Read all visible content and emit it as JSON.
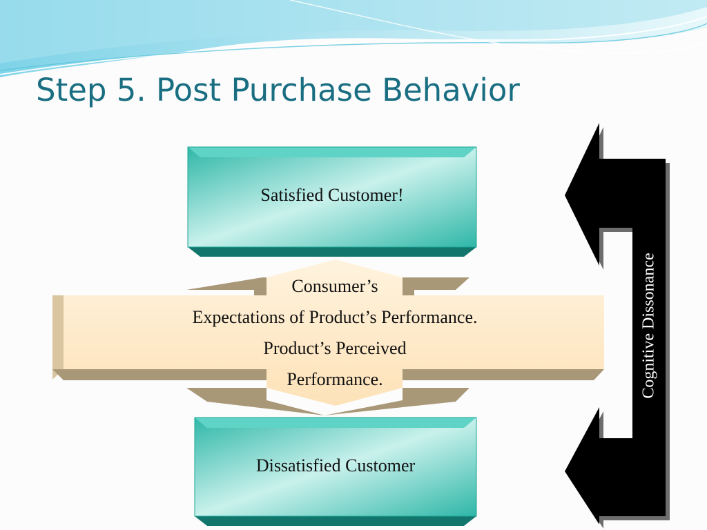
{
  "slide": {
    "title": "Step 5.  Post Purchase Behavior"
  },
  "diagram": {
    "top_box": "Satisfied Customer!",
    "center_lines": [
      "Consumer’s",
      "Expectations of Product’s Performance.",
      "Product’s Perceived",
      "Performance."
    ],
    "bottom_box": "Dissatisfied Customer",
    "side_label": "Cognitive Dissonance"
  },
  "colors": {
    "title": "#1a6e82",
    "teal": "#2fb9ab",
    "teal_dark": "#13766c",
    "cream": "#fde7c4",
    "taupe": "#a99878",
    "arrow": "#000000"
  }
}
